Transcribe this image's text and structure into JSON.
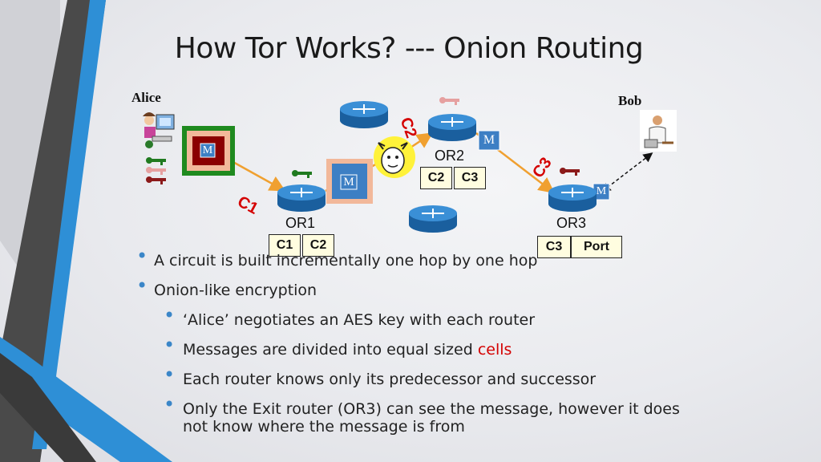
{
  "title": "How Tor Works? --- Onion Routing",
  "diagram": {
    "alice_label": "Alice",
    "bob_label": "Bob",
    "routers": [
      {
        "name": "OR1",
        "cells": [
          "C1",
          "C2"
        ]
      },
      {
        "name": "OR2",
        "cells": [
          "C2",
          "C3"
        ]
      },
      {
        "name": "OR3",
        "cells": [
          "C3",
          "Port"
        ]
      }
    ],
    "circuit_labels": [
      "C1",
      "C2",
      "C3"
    ],
    "message_glyph": "M"
  },
  "bullets": {
    "b1": "A circuit is built incrementally one hop by one hop",
    "b2": "Onion-like encryption",
    "s1": "‘Alice’ negotiates an AES key with each router",
    "s2_pre": "Messages are divided into equal sized ",
    "s2_red": "cells",
    "s3": "Each router knows only its predecessor and successor",
    "s4": "Only the Exit router (OR3) can see the message, however it does not know where the message is from"
  },
  "colors": {
    "accent_blue": "#2e8fd6",
    "dark_stripe": "#4a4a4a",
    "arrow": "#f0a030",
    "label_red": "#d40000",
    "key_green": "#1f7a1f",
    "key_pink": "#e6a0a0",
    "key_maroon": "#8b1a1a"
  }
}
